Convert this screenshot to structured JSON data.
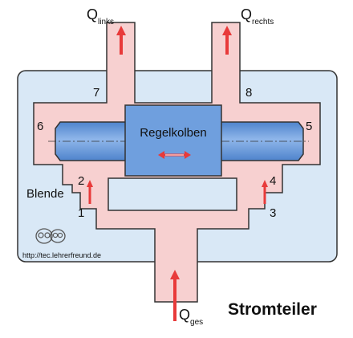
{
  "title": "Stromteiler",
  "labels": {
    "piston": "Regelkolben",
    "orifice": "Blende",
    "flow_left_main": "Q",
    "flow_left_sub": "links",
    "flow_right_main": "Q",
    "flow_right_sub": "rechts",
    "flow_total_main": "Q",
    "flow_total_sub": "ges",
    "n1": "1",
    "n2": "2",
    "n3": "3",
    "n4": "4",
    "n5": "5",
    "n6": "6",
    "n7": "7",
    "n8": "8"
  },
  "watermark": {
    "url": "http://tec.lehrerfreund.de"
  },
  "colors": {
    "housing": "#d9e8f6",
    "channel": "#f7d0d0",
    "piston": "#6f9fde",
    "arrow": "#e83a3a",
    "outline": "#333333"
  }
}
